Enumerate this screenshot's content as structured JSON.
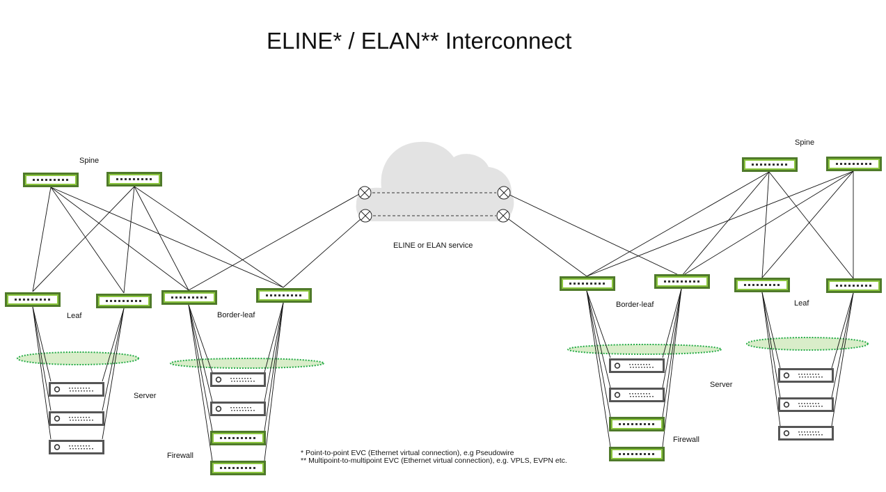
{
  "title": "ELINE* / ELAN** Interconnect",
  "labels": {
    "spine_left": "Spine",
    "spine_right": "Spine",
    "leaf_left": "Leaf",
    "leaf_right": "Leaf",
    "border_leaf_left": "Border-leaf",
    "border_leaf_right": "Border-leaf",
    "server_left": "Server",
    "server_right": "Server",
    "firewall_left": "Firewall",
    "firewall_right": "Firewall",
    "cloud": "ELINE or ELAN service"
  },
  "footnotes": [
    "* Point-to-point EVC (Ethernet virtual connection), e.g Pseudowire",
    "** Multipoint-to-multipoint EVC (Ethernet virtual connection), e.g. VPLS, EVPN etc."
  ],
  "colors": {
    "switch_border": "#4f7a2a",
    "switch_fill": "#8cc63f",
    "server_border": "#555555",
    "ellipse_fill": "#d9edc9",
    "ellipse_stroke": "#22aa44",
    "cloud": "#e3e3e3"
  }
}
